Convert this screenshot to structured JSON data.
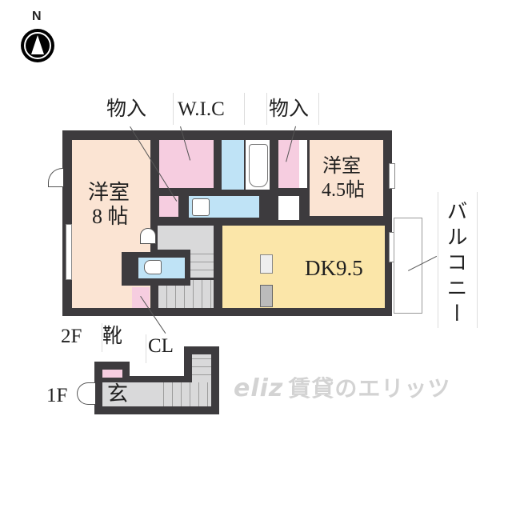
{
  "compass": {
    "label": "N",
    "icon": "north-arrow-icon"
  },
  "floor_labels": {
    "upper": "2F",
    "lower": "1F"
  },
  "rooms": {
    "western_8": {
      "line1": "洋室",
      "line2": "8 帖"
    },
    "western_45": {
      "line1": "洋室",
      "line2": "4.5帖"
    },
    "dk": {
      "label": "DK9.5"
    },
    "entrance": {
      "label": "玄"
    }
  },
  "callouts": {
    "storage_left": "物入",
    "wic": "W.I.C",
    "storage_right": "物入",
    "balcony": "バルコニー",
    "closet": "CL",
    "shoe_storage": "靴"
  },
  "watermark": {
    "logo": "eliz",
    "text": "賃貸のエリッツ"
  },
  "colors": {
    "wall": "#3d3b3e",
    "western_room": "#fbe4d3",
    "storage": "#f6cde0",
    "wet_area": "#bfe3f6",
    "dk": "#fbe6a9",
    "hall": "#d9d9da"
  }
}
